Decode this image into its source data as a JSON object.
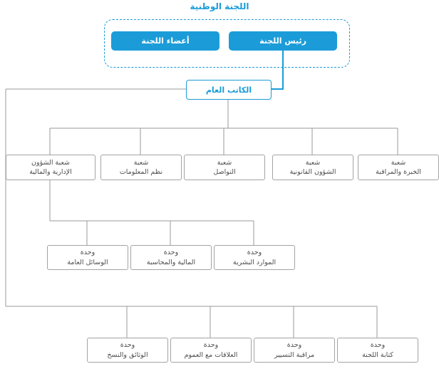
{
  "title": "اللجنة الوطنية",
  "top_group": {
    "chairman_label": "رئيس اللجنة",
    "members_label": "أعضاء اللجنة"
  },
  "secretary": {
    "label": "الكاتب العام"
  },
  "divisions": [
    {
      "label": [
        "شعبة الشؤون",
        "الإدارية والمالية"
      ]
    },
    {
      "label": [
        "شعبة",
        "نظم المعلومات"
      ]
    },
    {
      "label": [
        "شعبة",
        "التواصل"
      ]
    },
    {
      "label": [
        "شعبة",
        "الشؤون القانونية"
      ]
    },
    {
      "label": [
        "شعبة",
        "الخبرة والمراقبة"
      ]
    }
  ],
  "admin_units": [
    {
      "label": [
        "وحدة",
        "الوسائل العامة"
      ]
    },
    {
      "label": [
        "وحدة",
        "المالية والمحاسبة"
      ]
    },
    {
      "label": [
        "وحدة",
        "الموارد البشرية"
      ]
    }
  ],
  "general_units": [
    {
      "label": [
        "وحدة",
        "الوثائق والنسخ"
      ]
    },
    {
      "label": [
        "وحدة",
        "العلاقات مع العموم"
      ]
    },
    {
      "label": [
        "وحدة",
        "مراقبة التسيير"
      ]
    },
    {
      "label": [
        "وحدة",
        "كتابة اللجنة"
      ]
    }
  ],
  "colors": {
    "accent": "#1b9cd8",
    "connector": "#9a9a9a",
    "box_border": "#a3a3a3",
    "box_text": "#4d4d4d"
  }
}
